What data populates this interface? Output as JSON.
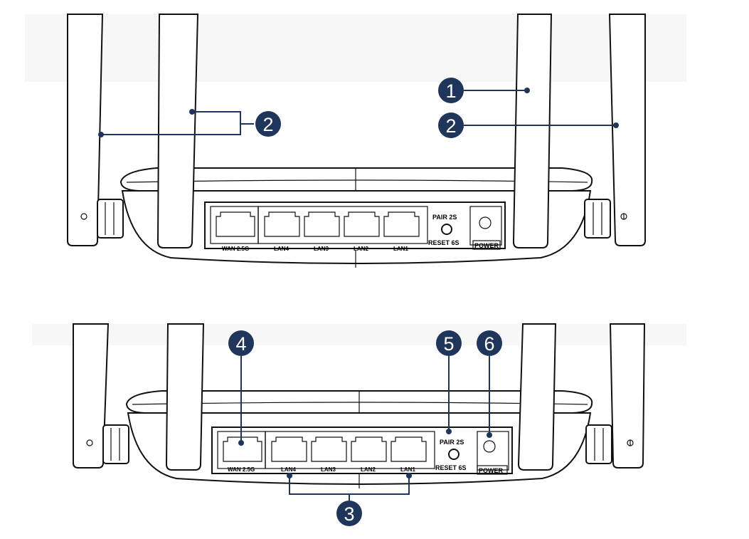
{
  "colors": {
    "callout": "#1f3559",
    "outline": "#111111",
    "background": "#ffffff"
  },
  "ports": [
    "WAN  2.5G",
    "LAN4",
    "LAN3",
    "LAN2",
    "LAN1"
  ],
  "buttons": {
    "pair": "PAIR  2S",
    "reset": "RESET  6S",
    "power": "POWER"
  },
  "callouts_top": {
    "c1": "1",
    "c2a": "2",
    "c2b": "2"
  },
  "callouts_bottom": {
    "c3": "3",
    "c4": "4",
    "c5": "5",
    "c6": "6"
  }
}
